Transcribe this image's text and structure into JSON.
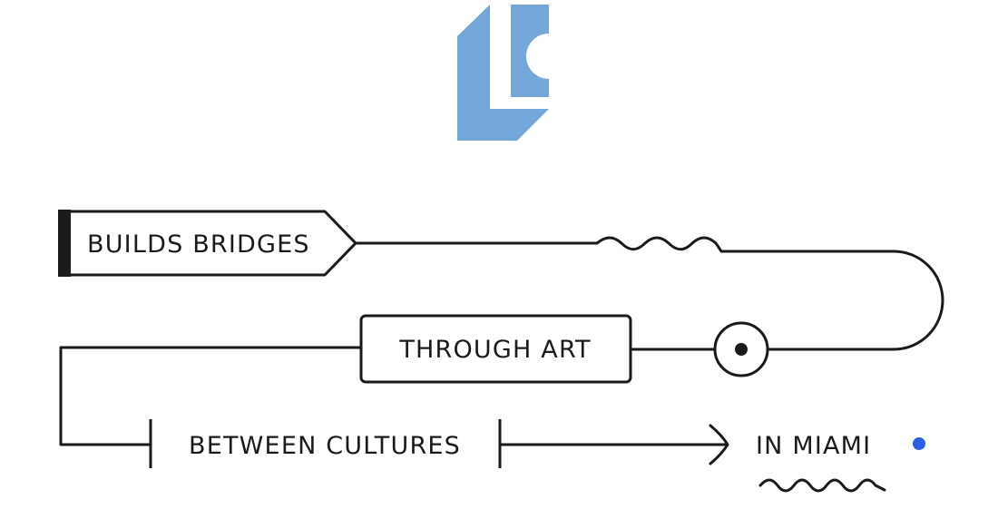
{
  "logo": {
    "text": "LC",
    "color": "#74A7D9"
  },
  "diagram": {
    "labels": {
      "builds_bridges": "BUILDS BRIDGES",
      "through_art": "THROUGH ART",
      "between_cultures": "BETWEEN CULTURES",
      "in_miami": "IN MIAMI"
    },
    "stroke_color": "#1a1a1a",
    "dot_color": "#2B5FE3"
  }
}
